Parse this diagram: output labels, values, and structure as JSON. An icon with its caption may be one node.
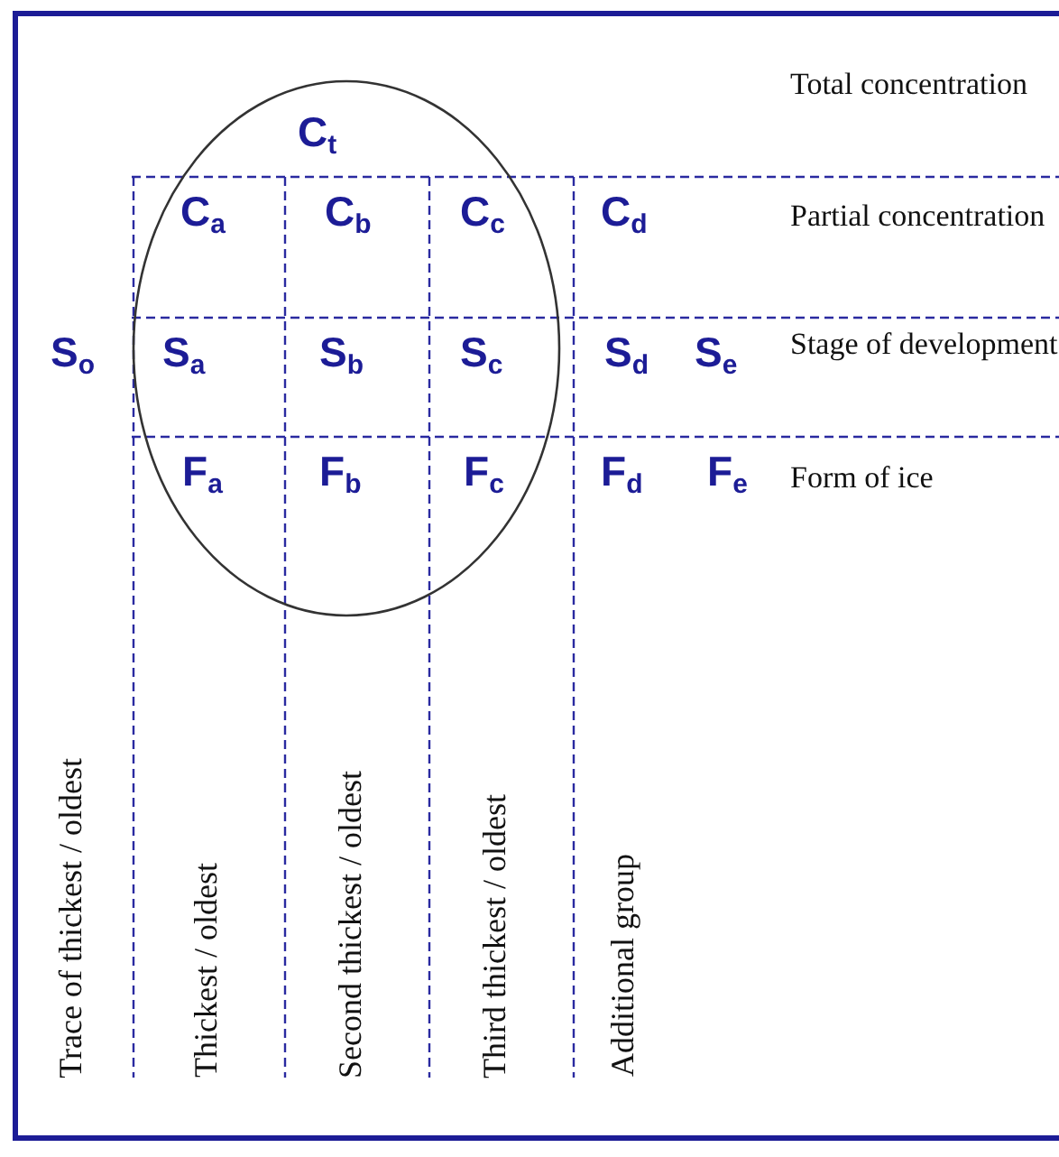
{
  "diagram": {
    "labels": [
      "C$_{t}$",
      "Total concentration",
      "C$_{a}$",
      "C$_{b}$",
      "C$_{c}$",
      "C$_{d}$",
      "Partial concentration",
      "S$_{o}$",
      "S$_{a}$",
      "S$_{b}$",
      "S$_{c}$",
      "S$_{d}$",
      "S$_{e}$",
      "Stage of development",
      "F$_{a}$",
      "F$_{b}$",
      "F$_{c}$",
      "F$_{d}$",
      "F$_{e}$",
      "Form of ice",
      "Trace of thickest / oldest",
      "Thickest / oldest",
      "Second thickest / oldest",
      "Third thickest / oldest",
      "Additional group"
    ]
  }
}
